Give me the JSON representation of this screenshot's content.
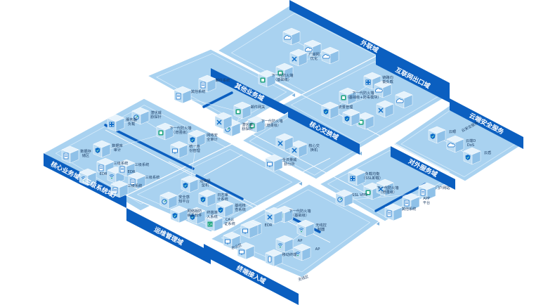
{
  "diagram": {
    "title": "",
    "colors": {
      "platform": "#a9d2f0",
      "platform_light": "#c6e2f6",
      "banner": "#0b5fc0",
      "banner_dark": "#0a4f9e",
      "line": "#ffffff",
      "device_top": "#e6f3fc",
      "device_left": "#bcdcf3",
      "device_right": "#8fc1e8",
      "icon": "#0b6bc8",
      "icon_accent": "#1aa37a"
    },
    "zones": [
      {
        "id": "external",
        "title": "外联域",
        "devices": [
          {
            "label": "",
            "icon": "cloud-icon"
          },
          {
            "label": "",
            "icon": "cloud-icon"
          },
          {
            "label": "",
            "icon": "cloud-icon"
          },
          {
            "label": "广域网优化",
            "icon": "switch-icon"
          },
          {
            "label": "",
            "icon": "wan-optimizer-icon"
          },
          {
            "label": "下一代防火墙（基础级）",
            "icon": "firewall-icon"
          }
        ]
      },
      {
        "id": "internet-exit",
        "title": "互联网出口域",
        "devices": [
          {
            "label": "链路均衡负载",
            "icon": "load-balancer-icon"
          },
          {
            "label": "下一代防火墙（基础级+防毒模块）",
            "icon": "firewall-icon"
          },
          {
            "label": "流量管理",
            "icon": "shield-icon"
          },
          {
            "label": "",
            "icon": "cloud-icon"
          },
          {
            "label": "",
            "icon": "cloud-icon"
          },
          {
            "label": "",
            "icon": "switch-icon"
          },
          {
            "label": "",
            "icon": "firewall-icon"
          },
          {
            "label": "",
            "icon": "shield-icon"
          }
        ]
      },
      {
        "id": "cloud-security",
        "title": "云端安全服务",
        "devices": [
          {
            "label": "云眼",
            "icon": "cloud-eye-icon"
          },
          {
            "label": "云端DDoS",
            "icon": "cloud-icon"
          },
          {
            "label": "云盾",
            "icon": "cloud-shield-icon"
          }
        ],
        "note": "云安全服务"
      },
      {
        "id": "other-business",
        "title": "其他业务域",
        "devices": [
          {
            "label": "邮件系统",
            "icon": "server-icon"
          },
          {
            "label": "其他系统",
            "icon": "server-icon"
          },
          {
            "label": "邮件网关",
            "icon": "mail-gateway-icon"
          },
          {
            "label": "潜伏威胁探针",
            "icon": "probe-icon"
          },
          {
            "label": "下一代防火墙（增强级）",
            "icon": "firewall-icon"
          },
          {
            "label": "",
            "icon": "switch-icon"
          }
        ]
      },
      {
        "id": "core-switch",
        "title": "核心交换域",
        "devices": [
          {
            "label": "全流量威胁分析",
            "icon": "monitor-icon"
          },
          {
            "label": "核心交换机",
            "icon": "switch-icon"
          },
          {
            "label": "",
            "icon": "switch-icon"
          }
        ]
      },
      {
        "id": "external-service",
        "title": "对外服务域",
        "devices": [
          {
            "label": "负载均衡（SSL卸载）",
            "icon": "load-balancer-icon"
          },
          {
            "label": "下一代防火墙（增强级）",
            "icon": "firewall-icon"
          },
          {
            "label": "SSL VPN",
            "icon": "vpn-icon"
          },
          {
            "label": "门户网站",
            "icon": "server-icon"
          },
          {
            "label": "APP平台",
            "icon": "server-icon"
          },
          {
            "label": "其他系统",
            "icon": "server-icon"
          },
          {
            "label": "",
            "icon": "switch-icon"
          }
        ]
      },
      {
        "id": "core-business",
        "title": "核心业务域（三级系统域）",
        "devices": [
          {
            "label": "服务器负载",
            "icon": "load-balancer-icon"
          },
          {
            "label": "潜伏威胁探针",
            "icon": "probe-icon"
          },
          {
            "label": "下一代防火墙（增强级）",
            "icon": "firewall-icon"
          },
          {
            "label": "数据库审计",
            "icon": "shield-icon"
          },
          {
            "label": "数据存储区",
            "icon": "storage-icon"
          },
          {
            "label": "三级系统",
            "icon": "server-icon"
          },
          {
            "label": "EDR",
            "icon": "edr-icon"
          },
          {
            "label": "三级系统",
            "icon": "server-icon"
          },
          {
            "label": "EDR",
            "icon": "edr-icon"
          },
          {
            "label": "三级系统",
            "icon": "server-icon"
          },
          {
            "label": "三级系统",
            "icon": "server-icon"
          }
        ]
      },
      {
        "id": "ops-management",
        "title": "运维管理域",
        "devices": [
          {
            "label": "统一身份管理",
            "icon": "monitor-icon"
          },
          {
            "label": "网络安全审计",
            "icon": "shield-icon"
          },
          {
            "label": "运维堡垒机",
            "icon": "shield-icon"
          },
          {
            "label": "安全感知平台",
            "icon": "radar-icon"
          },
          {
            "label": "日志审计系统",
            "icon": "shield-icon"
          },
          {
            "label": "网络版防病毒软件",
            "icon": "antivirus-icon"
          },
          {
            "label": "终端准入系统",
            "icon": "shield-icon"
          },
          {
            "label": "CA认证系统",
            "icon": "ca-icon"
          },
          {
            "label": "基线核查系统",
            "icon": "shield-icon"
          }
        ]
      },
      {
        "id": "terminal-access",
        "title": "终端接入域",
        "devices": [
          {
            "label": "下一代防火墙（基础级）",
            "icon": "firewall-icon"
          },
          {
            "label": "无线控制器",
            "icon": "wireless-controller-icon"
          },
          {
            "label": "AP",
            "icon": "ap-icon"
          },
          {
            "label": "AP",
            "icon": "ap-icon"
          },
          {
            "label": "EDR",
            "icon": "edr-icon"
          },
          {
            "label": "移动终端",
            "icon": "mobile-icon"
          },
          {
            "label": "",
            "icon": "switch-icon"
          },
          {
            "label": "",
            "icon": "pc-icon"
          },
          {
            "label": "",
            "icon": "pc-icon"
          },
          {
            "label": "",
            "icon": "pc-icon"
          }
        ],
        "notes": [
          "办公区",
          "无线区"
        ]
      }
    ]
  }
}
